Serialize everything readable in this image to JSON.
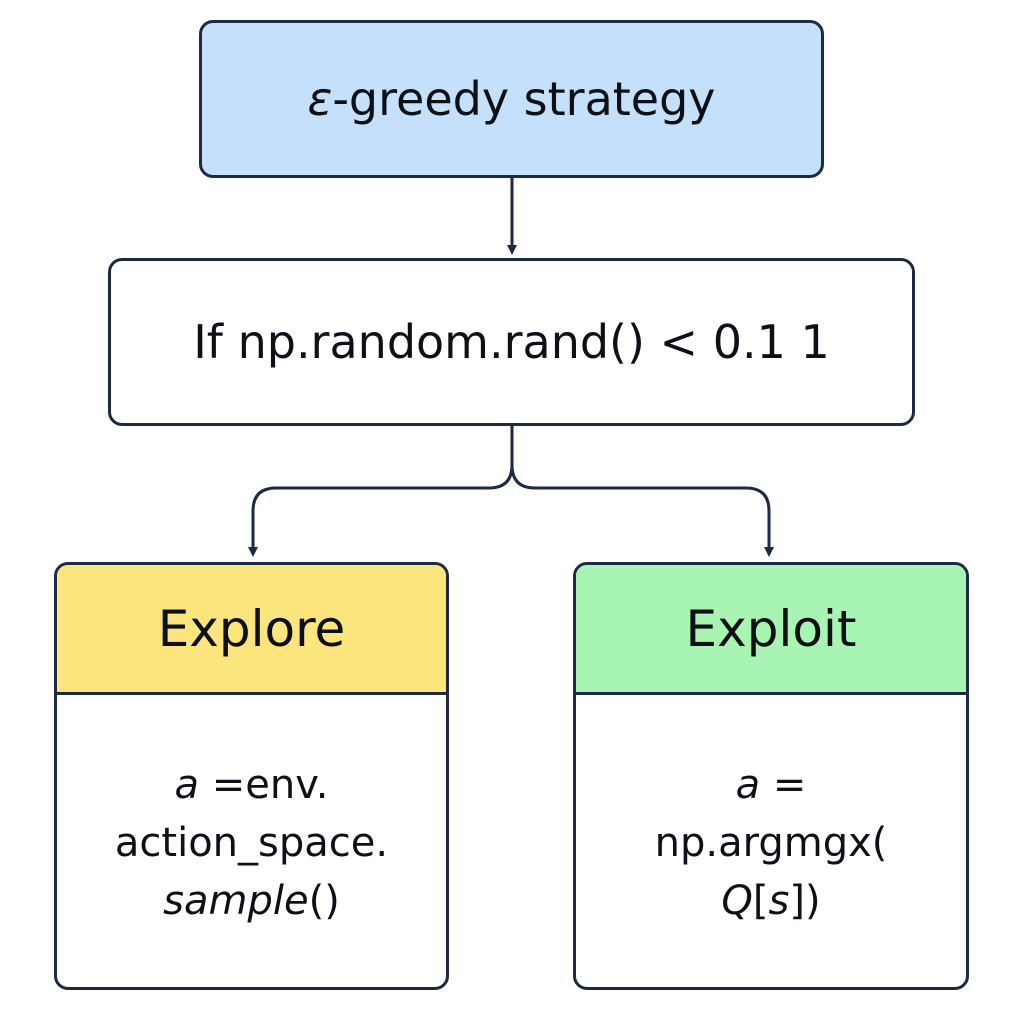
{
  "title": {
    "epsilon": "ε",
    "text": "-greedy strategy"
  },
  "condition": {
    "text": "If np.random.rand() < 0.1 1"
  },
  "explore": {
    "heading": "Explore",
    "line1_var": "a",
    "line1_rest": " =env.",
    "line2": "action_space.",
    "line3_italic": "sample",
    "line3_rest": "()"
  },
  "exploit": {
    "heading": "Exploit",
    "line1_var": "a",
    "line1_rest": " =",
    "line2": "np.argmgx(",
    "line3_italic": "Q",
    "line3_open": "[",
    "line3_italic2": "s",
    "line3_close": "])"
  },
  "colors": {
    "title_fill": "#c4e0fb",
    "explore_fill": "#fde57d",
    "exploit_fill": "#a8f5b3",
    "stroke": "#1e2a44"
  }
}
